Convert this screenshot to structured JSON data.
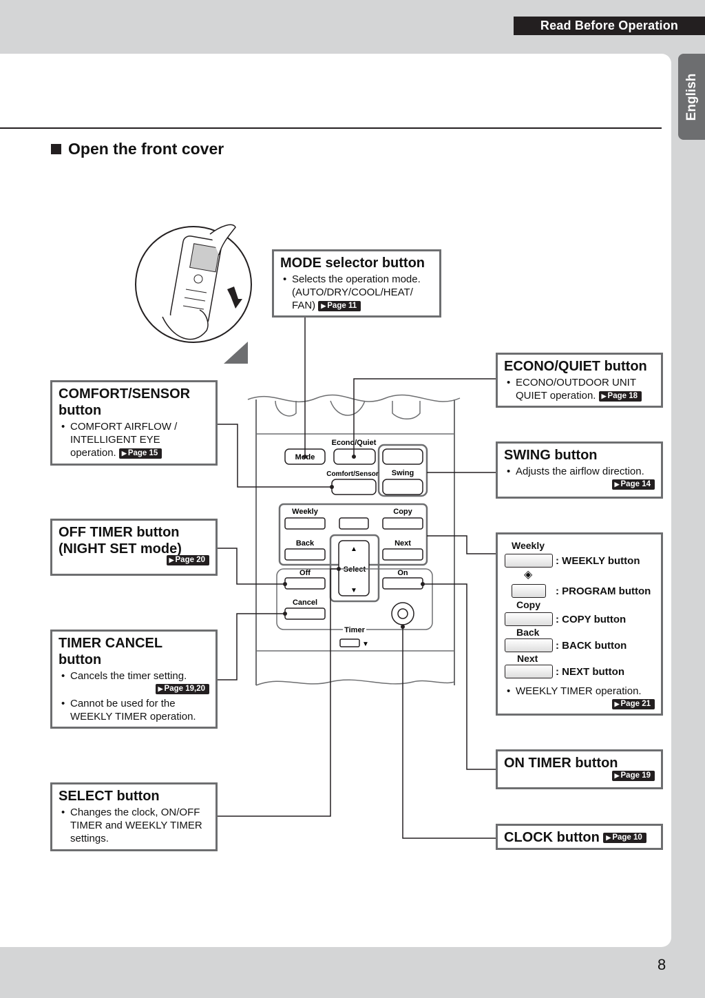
{
  "header": {
    "title": "Read Before Operation",
    "side_tab": "English"
  },
  "section": {
    "title": "Open the front cover"
  },
  "page_number": "8",
  "callouts": {
    "mode": {
      "title": "MODE selector button",
      "bullet": "Selects the operation mode. (AUTO/DRY/COOL/HEAT/ FAN)",
      "page": "Page 11"
    },
    "econo": {
      "title": "ECONO/QUIET button",
      "bullet": "ECONO/OUTDOOR UNIT QUIET operation.",
      "page": "Page 18"
    },
    "comfort": {
      "title": "COMFORT/SENSOR button",
      "bullet": "COMFORT AIRFLOW / INTELLIGENT EYE operation.",
      "page": "Page 15"
    },
    "swing": {
      "title": "SWING button",
      "bullet": "Adjusts the airflow direction.",
      "page": "Page 14"
    },
    "off_timer": {
      "title_line1": "OFF TIMER button",
      "title_line2": "(NIGHT SET mode)",
      "page": "Page 20"
    },
    "weekly": {
      "weekly_label": "Weekly",
      "weekly_desc": ": WEEKLY button",
      "program_desc": ": PROGRAM button",
      "copy_label": "Copy",
      "copy_desc": ": COPY button",
      "back_label": "Back",
      "back_desc": ": BACK button",
      "next_label": "Next",
      "next_desc": ": NEXT button",
      "bullet": "WEEKLY TIMER operation.",
      "page": "Page 21"
    },
    "timer_cancel": {
      "title": "TIMER CANCEL button",
      "bullet1": "Cancels the timer setting.",
      "page": "Page 19,20",
      "bullet2": "Cannot be used for the WEEKLY TIMER operation."
    },
    "on_timer": {
      "title": "ON TIMER button",
      "page": "Page 19"
    },
    "select": {
      "title": "SELECT button",
      "bullet": "Changes the clock, ON/OFF TIMER and WEEKLY TIMER settings."
    },
    "clock": {
      "title": "CLOCK button",
      "page": "Page 10"
    }
  },
  "remote": {
    "mode": "Mode",
    "econo_quiet": "Econo/Quiet",
    "comfort_sensor": "Comfort/Sensor",
    "swing": "Swing",
    "weekly": "Weekly",
    "copy": "Copy",
    "back": "Back",
    "next": "Next",
    "off": "Off",
    "on": "On",
    "select": "Select",
    "cancel": "Cancel",
    "timer": "Timer"
  }
}
